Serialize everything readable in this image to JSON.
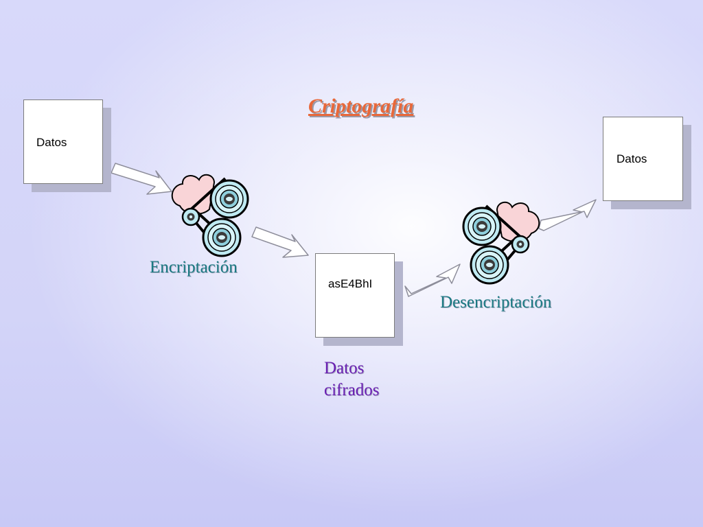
{
  "slide": {
    "title": "Criptografía",
    "input_box": {
      "text": "Datos"
    },
    "cipher_box": {
      "text": "asE4BhI"
    },
    "output_box": {
      "text": "Datos"
    },
    "encrypt_label": "Encriptación",
    "decrypt_label": "Desencriptación",
    "cipher_label_line1": "Datos",
    "cipher_label_line2": "cifrados"
  },
  "colors": {
    "title": "#e8683a",
    "process_label": "#1a7a82",
    "cipher_label": "#6a1fb3",
    "gear_face": "#bfeaf2",
    "cloud": "#f9d4d7"
  },
  "icons": {
    "arrow": "arrow-right-icon",
    "process": "gears-icon"
  }
}
